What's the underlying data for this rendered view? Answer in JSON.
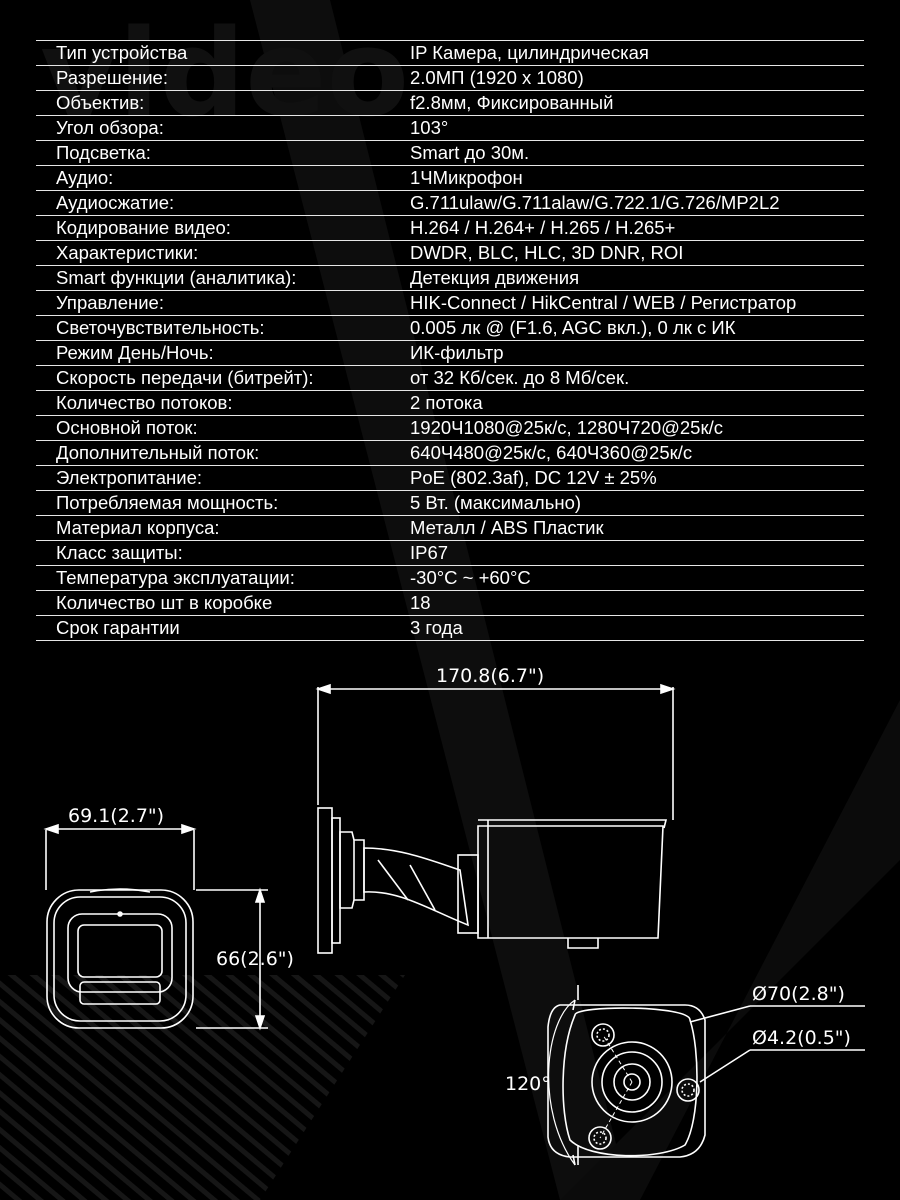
{
  "specs": [
    {
      "label": "Тип устройства",
      "value": "IP Камера, цилиндрическая"
    },
    {
      "label": "Разрешение:",
      "value": "2.0МП (1920 x 1080)"
    },
    {
      "label": "Объектив:",
      "value": "f2.8мм, Фиксированный"
    },
    {
      "label": "Угол обзора:",
      "value": "103°"
    },
    {
      "label": "Подсветка:",
      "value": "Smart до 30м."
    },
    {
      "label": "Аудио:",
      "value": "1ЧМикрофон"
    },
    {
      "label": "Аудиосжатие:",
      "value": "G.711ulaw/G.711alaw/G.722.1/G.726/MP2L2"
    },
    {
      "label": "Кодирование видео:",
      "value": "H.264 / H.264+ / H.265 / H.265+"
    },
    {
      "label": "Характеристики:",
      "value": "DWDR, BLC, HLC, 3D DNR, ROI"
    },
    {
      "label": "Smart функции (аналитика):",
      "value": "Детекция движения"
    },
    {
      "label": "Управление:",
      "value": "HIK-Connect / HikCentral / WEB / Регистратор"
    },
    {
      "label": "Светочувствительность:",
      "value": "0.005 лк @ (F1.6, AGC вкл.), 0 лк с ИК"
    },
    {
      "label": "Режим День/Ночь:",
      "value": "ИК-фильтр"
    },
    {
      "label": "Скорость передачи (битрейт):",
      "value": "от 32 Кб/сек. до 8 Мб/сек."
    },
    {
      "label": "Количество потоков:",
      "value": "2 потока"
    },
    {
      "label": "Основной поток:",
      "value": "1920Ч1080@25к/с, 1280Ч720@25к/с"
    },
    {
      "label": "Дополнительный поток:",
      "value": "640Ч480@25к/с, 640Ч360@25к/с"
    },
    {
      "label": "Электропитание:",
      "value": "PoE (802.3af), DC 12V ± 25%"
    },
    {
      "label": "Потребляемая мощность:",
      "value": "5 Вт. (максимально)"
    },
    {
      "label": "Материал корпуса:",
      "value": "Металл / ABS Пластик"
    },
    {
      "label": "Класс защиты:",
      "value": "IP67"
    },
    {
      "label": "Температура эксплуатации:",
      "value": "-30°C ~ +60°C"
    },
    {
      "label": "Количество шт в коробке",
      "value": "18"
    },
    {
      "label": "Срок гарантии",
      "value": "3 года"
    }
  ],
  "dimensions": {
    "length": "170.8(6.7\")",
    "width": "69.1(2.7\")",
    "height": "66(2.6\")",
    "base_diameter": "Ø70(2.8\")",
    "hole_diameter": "Ø4.2(0.5\")",
    "hole_angle": "120°"
  },
  "watermark": "video",
  "colors": {
    "background": "#000000",
    "text": "#ffffff",
    "lines": "#e6e6e6"
  }
}
